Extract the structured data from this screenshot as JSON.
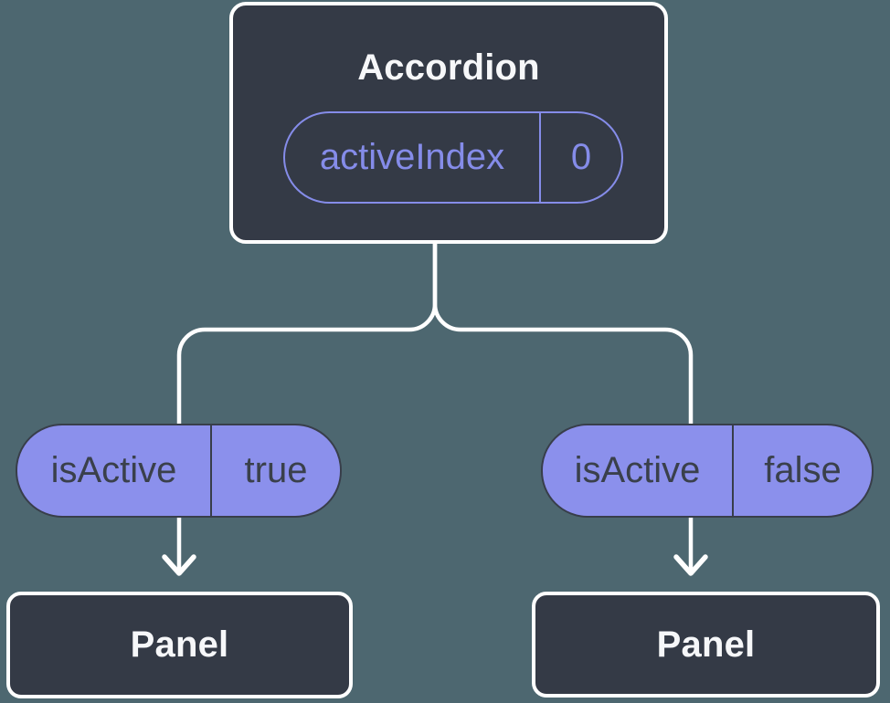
{
  "colors": {
    "background": "#4d6770",
    "node_fill": "#343a46",
    "node_border": "#ffffff",
    "connector": "#ffffff",
    "state_accent": "#858ce9",
    "prop_fill": "#8b90ec",
    "prop_border": "#383e4a",
    "text_light": "#f6f7f9",
    "text_dark": "#3a404b"
  },
  "diagram": {
    "root": {
      "title": "Accordion",
      "state": {
        "name": "activeIndex",
        "value": "0"
      }
    },
    "children": [
      {
        "prop": {
          "name": "isActive",
          "value": "true"
        },
        "title": "Panel"
      },
      {
        "prop": {
          "name": "isActive",
          "value": "false"
        },
        "title": "Panel"
      }
    ]
  }
}
